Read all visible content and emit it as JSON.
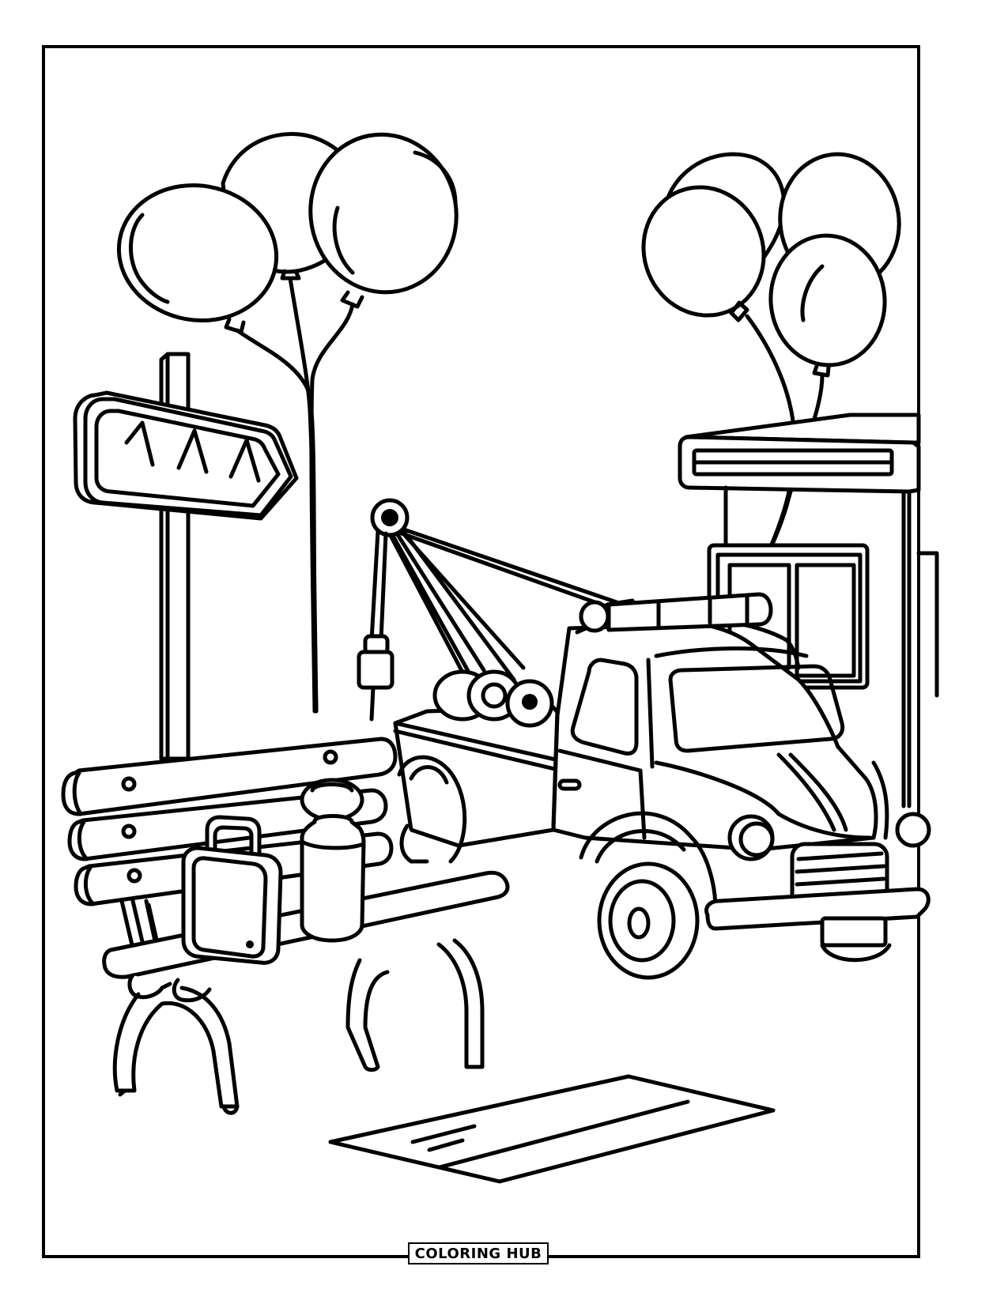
{
  "page": {
    "type": "coloring-page",
    "background_color": "#ffffff",
    "line_color": "#000000"
  },
  "brand": {
    "label": "COLORING HUB"
  },
  "scene": {
    "description": "Tow truck parked next to a park bench with balloons, a road sign, a booth and a mat",
    "sign": {
      "marks": [
        "Λ",
        "Λ",
        "Λ"
      ]
    },
    "elements": [
      "balloon-cluster-left",
      "balloon-cluster-right",
      "road-sign",
      "booth",
      "tow-truck",
      "crane-boom",
      "park-bench",
      "lunchbox",
      "thermos",
      "floor-mat"
    ]
  }
}
